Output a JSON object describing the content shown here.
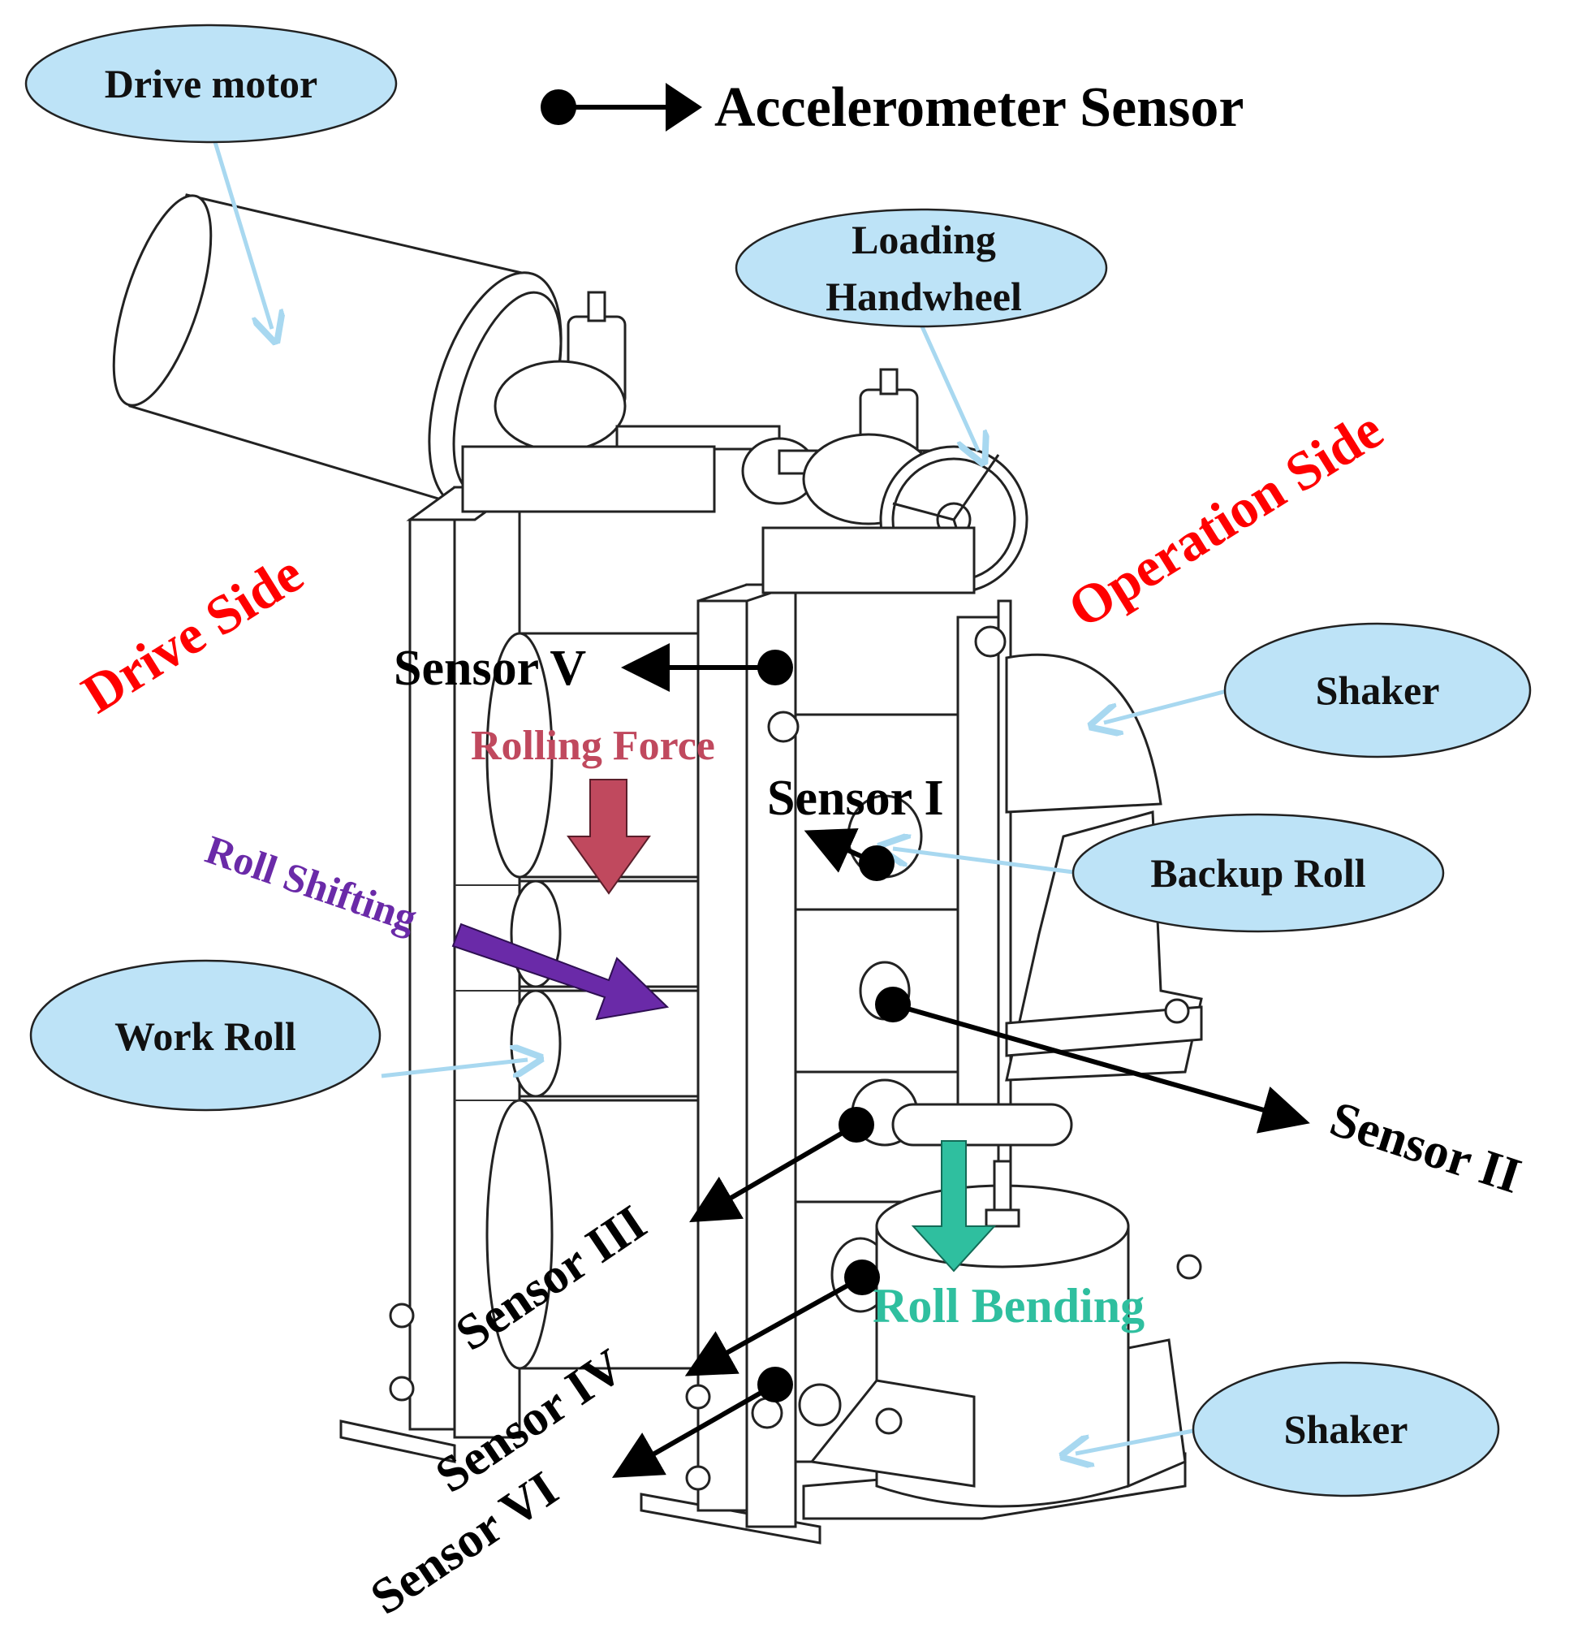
{
  "legend": {
    "label": "Accelerometer Sensor"
  },
  "sides": {
    "drive": "Drive Side",
    "operation": "Operation Side"
  },
  "callouts": {
    "drive_motor": "Drive motor",
    "loading_handwheel_line1": "Loading",
    "loading_handwheel_line2": "Handwheel",
    "shaker_top": "Shaker",
    "backup_roll": "Backup Roll",
    "work_roll": "Work Roll",
    "shaker_bottom": "Shaker"
  },
  "forces": {
    "rolling_force": "Rolling Force",
    "roll_shifting": "Roll Shifting",
    "roll_bending": "Roll Bending"
  },
  "sensors": {
    "s1": "Sensor I",
    "s2": "Sensor II",
    "s3": "Sensor III",
    "s4": "Sensor IV",
    "s5": "Sensor V",
    "s6": "Sensor VI"
  },
  "colors": {
    "bubble_fill": "#bde3f7",
    "callout_arrow": "#a8d8f0",
    "side_label": "#ff0000",
    "rolling_force": "#c0495e",
    "roll_shifting": "#6a2aa8",
    "roll_bending": "#2fbf9f"
  }
}
